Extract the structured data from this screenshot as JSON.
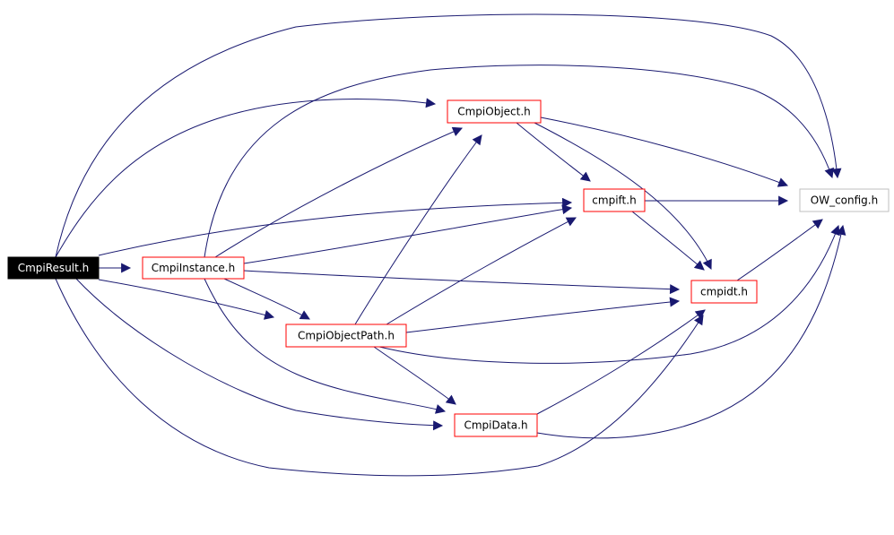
{
  "colors": {
    "edge": "#191970",
    "node_border_included": "#ff0000",
    "node_border_external": "#bfbfbf",
    "root_fill": "#000000",
    "root_text": "#ffffff",
    "node_fill": "#ffffff",
    "node_text": "#000000",
    "background": "#ffffff"
  },
  "nodes": [
    {
      "id": "CmpiResult.h",
      "label": "CmpiResult.h",
      "kind": "root"
    },
    {
      "id": "CmpiInstance.h",
      "label": "CmpiInstance.h",
      "kind": "included"
    },
    {
      "id": "CmpiObject.h",
      "label": "CmpiObject.h",
      "kind": "included"
    },
    {
      "id": "cmpift.h",
      "label": "cmpift.h",
      "kind": "included"
    },
    {
      "id": "OW_config.h",
      "label": "OW_config.h",
      "kind": "external"
    },
    {
      "id": "cmpidt.h",
      "label": "cmpidt.h",
      "kind": "included"
    },
    {
      "id": "CmpiObjectPath.h",
      "label": "CmpiObjectPath.h",
      "kind": "included"
    },
    {
      "id": "CmpiData.h",
      "label": "CmpiData.h",
      "kind": "included"
    }
  ],
  "edges": [
    {
      "from": "CmpiResult.h",
      "to": "CmpiInstance.h"
    },
    {
      "from": "CmpiResult.h",
      "to": "CmpiObject.h"
    },
    {
      "from": "CmpiResult.h",
      "to": "cmpift.h"
    },
    {
      "from": "CmpiResult.h",
      "to": "OW_config.h"
    },
    {
      "from": "CmpiResult.h",
      "to": "CmpiObjectPath.h"
    },
    {
      "from": "CmpiResult.h",
      "to": "CmpiData.h"
    },
    {
      "from": "CmpiResult.h",
      "to": "cmpidt.h"
    },
    {
      "from": "CmpiInstance.h",
      "to": "CmpiObject.h"
    },
    {
      "from": "CmpiInstance.h",
      "to": "cmpift.h"
    },
    {
      "from": "CmpiInstance.h",
      "to": "cmpidt.h"
    },
    {
      "from": "CmpiInstance.h",
      "to": "CmpiObjectPath.h"
    },
    {
      "from": "CmpiInstance.h",
      "to": "CmpiData.h"
    },
    {
      "from": "CmpiInstance.h",
      "to": "OW_config.h"
    },
    {
      "from": "CmpiObject.h",
      "to": "cmpift.h"
    },
    {
      "from": "CmpiObject.h",
      "to": "OW_config.h"
    },
    {
      "from": "CmpiObject.h",
      "to": "cmpidt.h"
    },
    {
      "from": "cmpift.h",
      "to": "OW_config.h"
    },
    {
      "from": "cmpift.h",
      "to": "cmpidt.h"
    },
    {
      "from": "cmpidt.h",
      "to": "OW_config.h"
    },
    {
      "from": "CmpiObjectPath.h",
      "to": "CmpiObject.h"
    },
    {
      "from": "CmpiObjectPath.h",
      "to": "cmpift.h"
    },
    {
      "from": "CmpiObjectPath.h",
      "to": "cmpidt.h"
    },
    {
      "from": "CmpiObjectPath.h",
      "to": "OW_config.h"
    },
    {
      "from": "CmpiObjectPath.h",
      "to": "CmpiData.h"
    },
    {
      "from": "CmpiData.h",
      "to": "cmpidt.h"
    },
    {
      "from": "CmpiData.h",
      "to": "OW_config.h"
    }
  ]
}
